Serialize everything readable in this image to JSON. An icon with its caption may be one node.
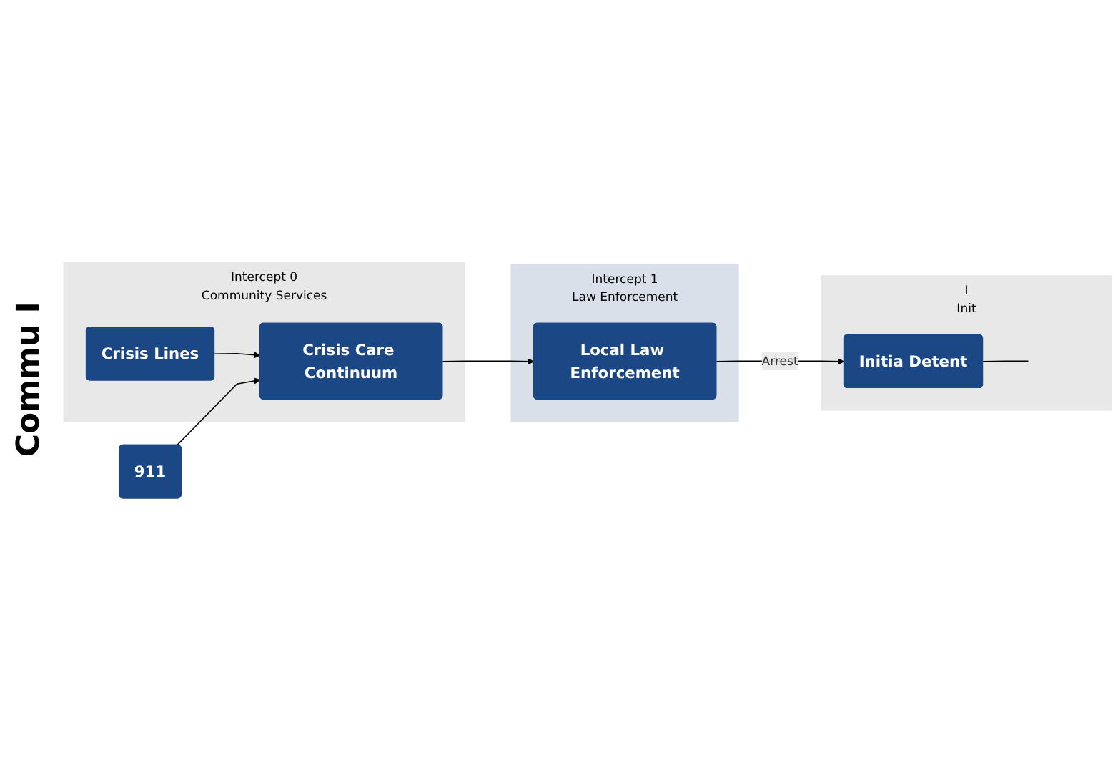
{
  "diagram": {
    "nodes": [
      {
        "text": [
          "Intercept 0",
          "Community Services"
        ]
      },
      {
        "text": [
          "Intercept 1",
          "Law Enforcement"
        ]
      },
      {
        "text": [
          "I",
          "Init"
        ]
      },
      {
        "text": [
          "Crisis Lines"
        ],
        "in": 0
      },
      {
        "text": [
          "911"
        ]
      },
      {
        "text": [
          "Crisis Care Continuum"
        ],
        "in": 0
      },
      {
        "text": [
          "Local Law Enforcement"
        ],
        "in": 1
      },
      {
        "text": [
          "Initia Detent"
        ],
        "in": 2
      }
    ],
    "edges": [
      {
        "from": 3,
        "to": 5,
        "arrow": "to"
      },
      {
        "from": 4,
        "to": 5,
        "arrow": "to"
      },
      {
        "from": 5,
        "to": 6,
        "arrow": "to"
      },
      {
        "from": 6,
        "to": 7,
        "label": "Arrest",
        "arrow": "to"
      },
      {
        "from": 7,
        "to": null,
        "arrow": "none"
      }
    ],
    "labels": [
      "Commu I"
    ]
  }
}
